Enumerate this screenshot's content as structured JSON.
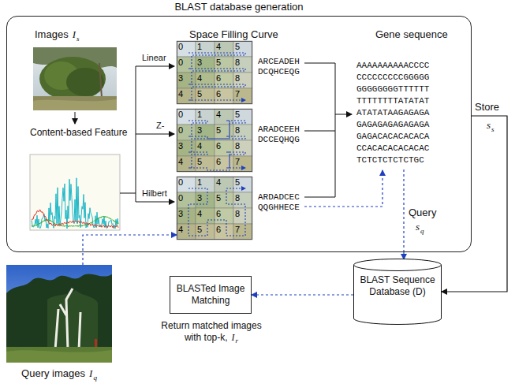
{
  "diagram": {
    "nodes": [
      {
        "text": [
          "BLAST database generation"
        ]
      },
      {
        "text": [
          "0",
          "1",
          "4",
          "5",
          "0",
          "3",
          "5",
          "8",
          "3",
          "4",
          "6",
          "8",
          "4",
          "5",
          "6",
          "7"
        ],
        "in": 0
      },
      {
        "text": [
          "0",
          "1",
          "4",
          "5",
          "0",
          "3",
          "5",
          "8",
          "3",
          "4",
          "6",
          "8",
          "4",
          "5",
          "6",
          "7"
        ],
        "in": 0
      },
      {
        "text": [
          "0",
          "1",
          "4",
          "5",
          "0",
          "3",
          "5",
          "8",
          "3",
          "4",
          "6",
          "8",
          "4",
          "5",
          "6",
          "7"
        ],
        "in": 0
      },
      {
        "text": [
          "BLASTed Image Matching"
        ]
      },
      {
        "text": [
          "BLAST Sequence Database (D)"
        ]
      },
      {
        "text": [
          "Query images"
        ]
      }
    ],
    "edges": [
      {
        "from": 0,
        "to": 5,
        "arrow": "to",
        "label": "Store"
      },
      {
        "from": 0,
        "to": 5,
        "arrow": "to",
        "label": "Query"
      },
      {
        "from": 5,
        "to": 4,
        "arrow": "to"
      },
      {
        "from": 6,
        "to": 3,
        "arrow": "to"
      }
    ],
    "labels": [
      "Images",
      "I",
      "s",
      "Content-based Feature",
      "Space Filling Curve",
      "Gene sequence",
      "Linear",
      "Z-",
      "Hilbert",
      "ARCEADEH DCQHCEQG",
      "ARADCEEH DCCEQHQG",
      "ARDADCEC QQGHHECE",
      "AAAAAAAAAACCCC CCCCCCCCCGGGGG GGGGGGGGTTTTTT TTTTTTTTATATAT ATATATAAGAGAGA GAGAGAGAGAGAGA GAGACACACACACA CCACACACACACAC TCTCTCTCTCTGC",
      "s",
      "s",
      "s",
      "q",
      "Return matched images with top-k,",
      "I",
      "r",
      "I",
      "q"
    ]
  }
}
